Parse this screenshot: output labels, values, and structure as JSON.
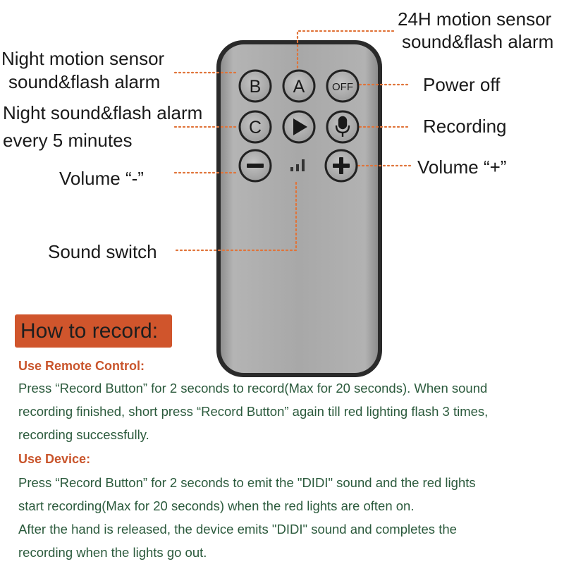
{
  "labels": {
    "alarm_24h_line1": "24H motion sensor",
    "alarm_24h_line2": "sound&flash alarm",
    "night_motion_line1": "Night motion sensor",
    "night_motion_line2": "sound&flash alarm",
    "night_sound_line1": "Night sound&flash alarm",
    "night_sound_line2": "every 5 minutes",
    "volume_minus": "Volume “-”",
    "sound_switch": "Sound switch",
    "power_off": "Power off",
    "recording": "Recording",
    "volume_plus": "Volume “+”"
  },
  "buttons": {
    "b": "B",
    "a": "A",
    "off": "OFF",
    "c": "C"
  },
  "instructions": {
    "banner": "How to record:",
    "remote_title": "Use Remote Control:",
    "remote_lines": [
      "Press “Record Button” for 2 seconds to record(Max for 20 seconds). When sound",
      "recording finished, short press “Record Button” again till red lighting flash 3 times,",
      "recording successfully."
    ],
    "device_title": "Use Device:",
    "device_lines": [
      "Press “Record Button” for 2 seconds to emit the \"DIDI\" sound and the red lights",
      "start recording(Max for 20 seconds) when the red lights are often on.",
      "After the hand is released, the device emits \"DIDI\" sound and completes the",
      "recording when the lights go out."
    ]
  },
  "colors": {
    "leader_line": "#e0743a",
    "banner_bg": "#d0552c",
    "section_title": "#c9552c",
    "body_text": "#2b5a3c",
    "remote_body": "#a9a9a9"
  }
}
